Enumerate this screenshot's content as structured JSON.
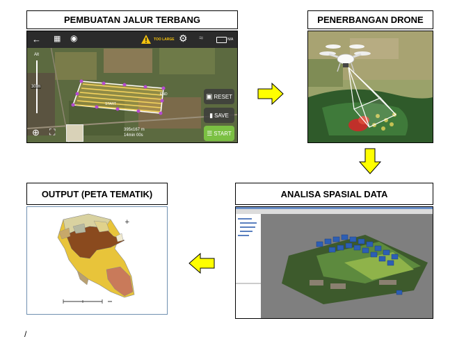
{
  "steps": {
    "flight_path": {
      "title": "PEMBUATAN JALUR TERBANG"
    },
    "drone_flight": {
      "title": "PENERBANGAN DRONE"
    },
    "spatial_analysis": {
      "title": "ANALISA SPASIAL DATA"
    },
    "output": {
      "title": "OUTPUT (PETA TEMATIK)"
    }
  },
  "app": {
    "warning_text": "TOO LARGE",
    "battery_text": "N/A",
    "alt_label": "Alt",
    "alt_value": "30 m",
    "reset_label": "RESET",
    "save_label": "SAVE",
    "start_button_label": "START",
    "start_marker": "START",
    "end_marker": "END",
    "area_size": "395x167 m",
    "flight_time": "14min 00s"
  },
  "footer_mark": "/",
  "colors": {
    "arrow_fill": "#ffff00",
    "arrow_stroke": "#000000",
    "app_bar": "#2b2b2b",
    "start_green": "#7bc043"
  }
}
